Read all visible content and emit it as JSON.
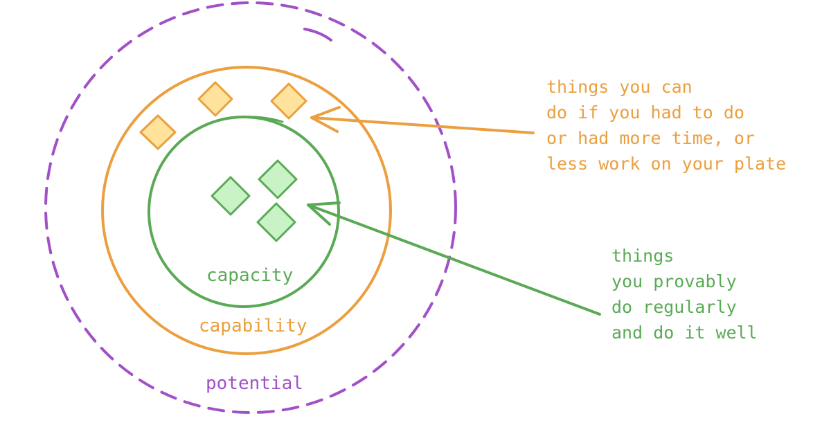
{
  "colors": {
    "potential": "#a150c8",
    "capability": "#eb9f3e",
    "capacity": "#5aaa55",
    "capability_fill": "#ffe39c",
    "capacity_fill": "#c9f2c6"
  },
  "labels": {
    "capacity": "capacity",
    "capability": "capability",
    "potential": "potential"
  },
  "notes": {
    "capability": [
      "things you can",
      "do if you had to do",
      "or had more time, or",
      "less work on your plate"
    ],
    "capacity": [
      "things",
      "you provably",
      "do regularly",
      "and do it well"
    ]
  }
}
